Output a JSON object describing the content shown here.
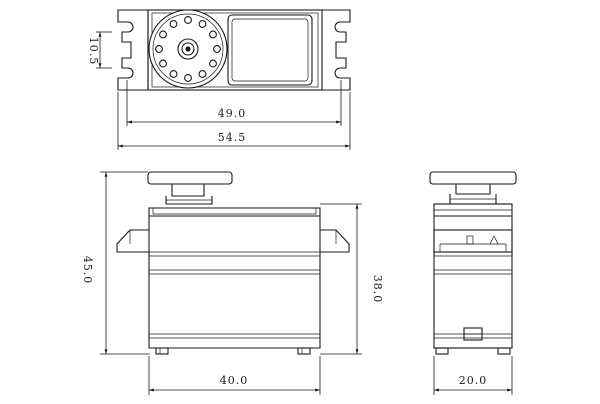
{
  "dimensions": {
    "top_width_holes": "49.0",
    "top_width_overall": "54.5",
    "top_height_tab": "10.5",
    "front_height_total": "45.0",
    "front_height_body": "38.0",
    "front_width": "40.0",
    "side_width": "20.0"
  }
}
